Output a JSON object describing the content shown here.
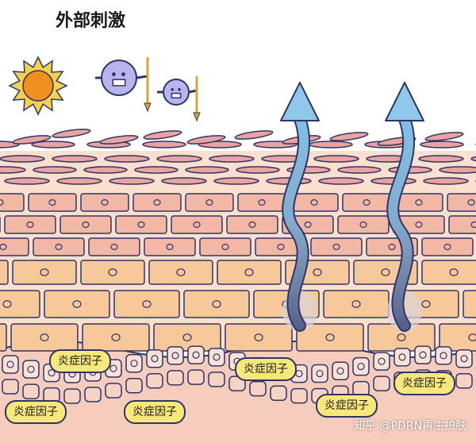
{
  "title": "外部刺激",
  "inflammatory_label": "炎症因子",
  "badges": [
    "炎症因子",
    "炎症因子",
    "炎症因子",
    "炎症因子",
    "炎症因子",
    "炎症因子"
  ],
  "watermark": "知乎 @PDRN再生护肤",
  "icons": [
    "sun-icon",
    "microbe-with-sword-icon",
    "moisture-loss-arrow-icon"
  ],
  "colors": {
    "outline": "#2f3566",
    "flake": "#e9a3a0",
    "cell_pink": "#f3b8a5",
    "cell_orange": "#f7c99a",
    "layer_peach": "#fce0cf",
    "dermis": "#f6cdbd",
    "arrow_blue": "#8fc8ea",
    "sun_ray": "#f6d24a",
    "sun_core": "#f0901f",
    "microbe": "#b9b4ee",
    "badge": "#f6e87a"
  }
}
